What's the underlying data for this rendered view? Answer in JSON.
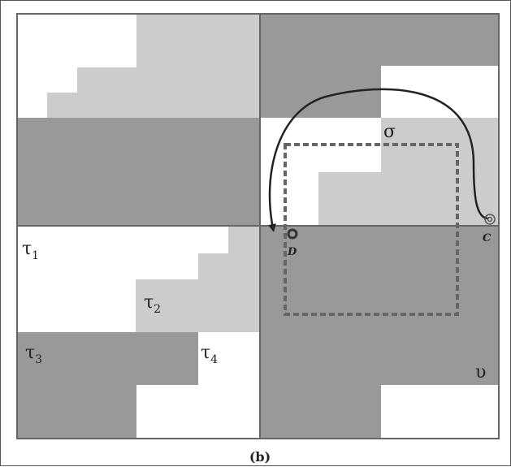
{
  "colors": {
    "dark": "#999999",
    "light": "#cccccc",
    "white": "#ffffff",
    "line": "#666666",
    "ink": "#222222"
  },
  "labels": {
    "sigma": "σ",
    "upsilon": "υ",
    "tau": "τ",
    "tau1_sub": "1",
    "tau2_sub": "2",
    "tau3_sub": "3",
    "tau4_sub": "4",
    "point_c": "C",
    "point_d": "D",
    "caption": "(b)"
  }
}
